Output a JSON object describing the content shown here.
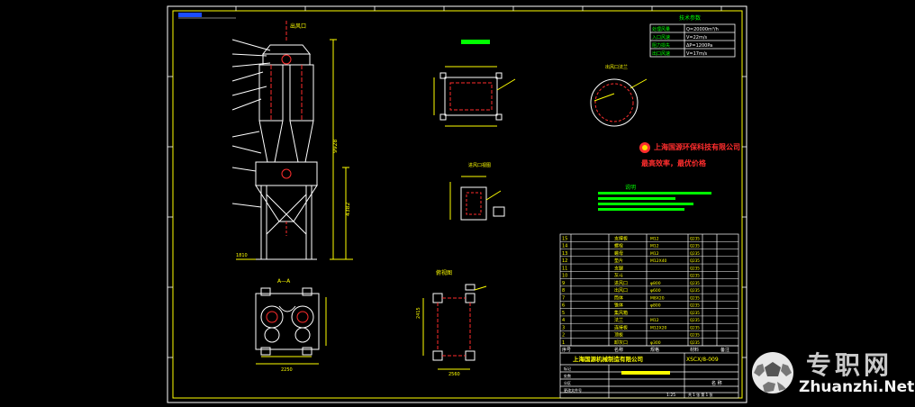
{
  "drawing": {
    "colors": {
      "border": "#ffffff",
      "inner_border": "#ffff00",
      "line": "#ffffff",
      "accent": "#ff2d2d",
      "dim": "#ffff00",
      "green": "#00ff00",
      "cyan": "#00ffff",
      "table_line": "#ffffff"
    },
    "section_a_label": "A—A",
    "top_view_label": "俯视图",
    "tech_table_title": "技术参数",
    "tech_table_rows": [
      [
        "处理风量",
        "Q=20000m³/h"
      ],
      [
        "入口风速",
        "V=22m/s"
      ],
      [
        "阻力损失",
        "ΔP=1200Pa"
      ],
      [
        "出口风速",
        "V=17m/s"
      ]
    ],
    "company_name": "上海国源机械制造有限公司",
    "drawing_no": "XSCX/8-009",
    "notes_title": "说明",
    "slogan_company": "上海国源环保科技有限公司",
    "slogan": "最高效率，最优价格",
    "total_height": "9928",
    "lower_height": "4382",
    "leg_height": "1810",
    "plan_w": "2250",
    "plan_h": "2415",
    "plan_w2": "2560",
    "right_view_label": "进风口视图",
    "outlet_label": "出风口",
    "bom_rows": [
      [
        "15",
        "支撑板",
        "M12",
        "Q235"
      ],
      [
        "14",
        "螺栓",
        "M12",
        "Q235"
      ],
      [
        "13",
        "螺母",
        "M12",
        "Q235"
      ],
      [
        "12",
        "垫片",
        "M12X40",
        "Q235"
      ],
      [
        "11",
        "支腿",
        "",
        "Q235"
      ],
      [
        "10",
        "灰斗",
        "",
        "Q235"
      ],
      [
        "9",
        "进风口",
        "φ800",
        "Q235"
      ],
      [
        "8",
        "出风口",
        "φ600",
        "Q235"
      ],
      [
        "7",
        "筒体",
        "M8X20",
        "Q235"
      ],
      [
        "6",
        "锥体",
        "φ800",
        "Q235"
      ],
      [
        "5",
        "集风箱",
        "",
        "Q235"
      ],
      [
        "4",
        "法兰",
        "M12",
        "Q235"
      ],
      [
        "3",
        "连接板",
        "M12X20",
        "Q235"
      ],
      [
        "2",
        "顶板",
        "",
        "Q235"
      ],
      [
        "1",
        "卸灰口",
        "φ300",
        "Q235"
      ]
    ],
    "bom_header": [
      "序号",
      "名称",
      "规格",
      "材料",
      "备注"
    ],
    "title_block_small": [
      "标记",
      "处数",
      "分区",
      "更改文件号",
      "签名",
      "年月日"
    ],
    "scale": "1:25",
    "sheet": "共 1 张 第 1 张"
  },
  "watermark": {
    "site_name": "专职网",
    "url": "Zhuanzhi.Net"
  }
}
